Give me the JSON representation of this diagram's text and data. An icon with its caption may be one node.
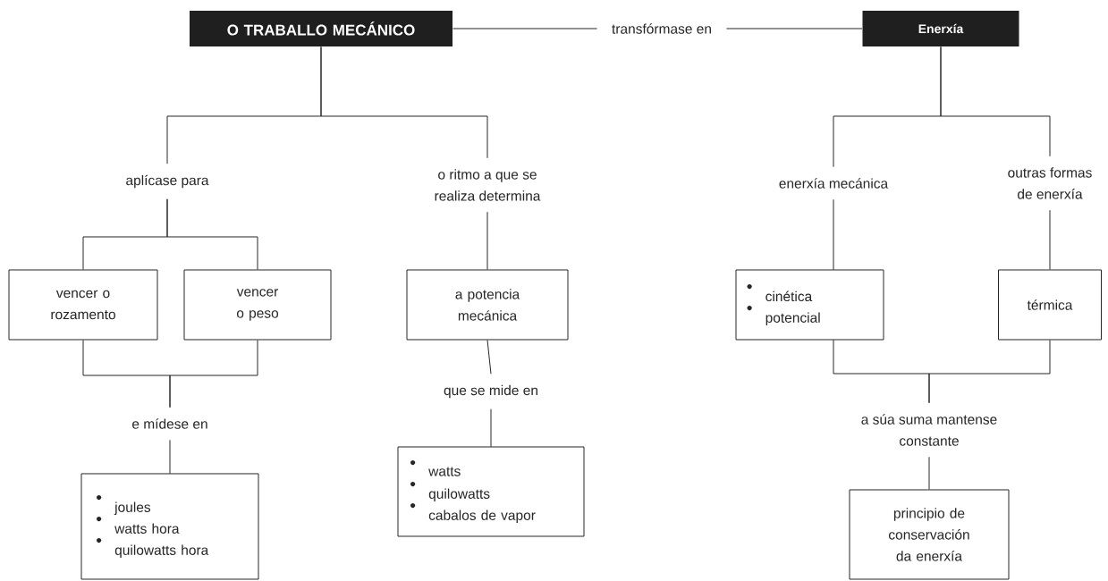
{
  "diagram": {
    "nodes": [
      {
        "text": [
          "O TRABALLO MECÁNICO"
        ]
      },
      {
        "text": [
          "transfórmase en"
        ]
      },
      {
        "text": [
          "Enerxía"
        ]
      },
      {
        "text": [
          "aplícase para"
        ]
      },
      {
        "text": [
          "o ritmo a que se realiza determina"
        ]
      },
      {
        "text": [
          "vencer o rozamento"
        ]
      },
      {
        "text": [
          "vencer o peso"
        ]
      },
      {
        "text": [
          "a potencia mecánica"
        ]
      },
      {
        "text": [
          "e mídese en"
        ]
      },
      {
        "text": [
          "que se mide en"
        ]
      },
      {
        "text": [
          "joules",
          "watts hora",
          "quilowatts hora"
        ]
      },
      {
        "text": [
          "watts",
          "quilowatts",
          "cabalos de vapor"
        ]
      },
      {
        "text": [
          "enerxía mecánica"
        ]
      },
      {
        "text": [
          "outras formas de enerxía"
        ]
      },
      {
        "text": [
          "cinética",
          "potencial"
        ]
      },
      {
        "text": [
          "térmica"
        ]
      },
      {
        "text": [
          "a súa suma mantense constante"
        ]
      },
      {
        "text": [
          "principio de conservación da enerxía"
        ]
      }
    ],
    "edges": [
      {
        "from": 0,
        "to": 1,
        "arrow": "none"
      },
      {
        "from": 1,
        "to": 2,
        "arrow": "none"
      },
      {
        "from": 0,
        "to": 3,
        "arrow": "none"
      },
      {
        "from": 0,
        "to": 4,
        "arrow": "none"
      },
      {
        "from": 3,
        "to": 5,
        "arrow": "none"
      },
      {
        "from": 3,
        "to": 6,
        "arrow": "none"
      },
      {
        "from": 5,
        "to": 8,
        "arrow": "none"
      },
      {
        "from": 6,
        "to": 8,
        "arrow": "none"
      },
      {
        "from": 8,
        "to": 10,
        "arrow": "none"
      },
      {
        "from": 4,
        "to": 7,
        "arrow": "none"
      },
      {
        "from": 7,
        "to": 9,
        "arrow": "none"
      },
      {
        "from": 9,
        "to": 11,
        "arrow": "none"
      },
      {
        "from": 2,
        "to": 12,
        "arrow": "none"
      },
      {
        "from": 2,
        "to": 13,
        "arrow": "none"
      },
      {
        "from": 12,
        "to": 14,
        "arrow": "none"
      },
      {
        "from": 13,
        "to": 15,
        "arrow": "none"
      },
      {
        "from": 14,
        "to": 16,
        "arrow": "none"
      },
      {
        "from": 15,
        "to": 16,
        "arrow": "none"
      },
      {
        "from": 16,
        "to": 17,
        "arrow": "none"
      }
    ]
  }
}
